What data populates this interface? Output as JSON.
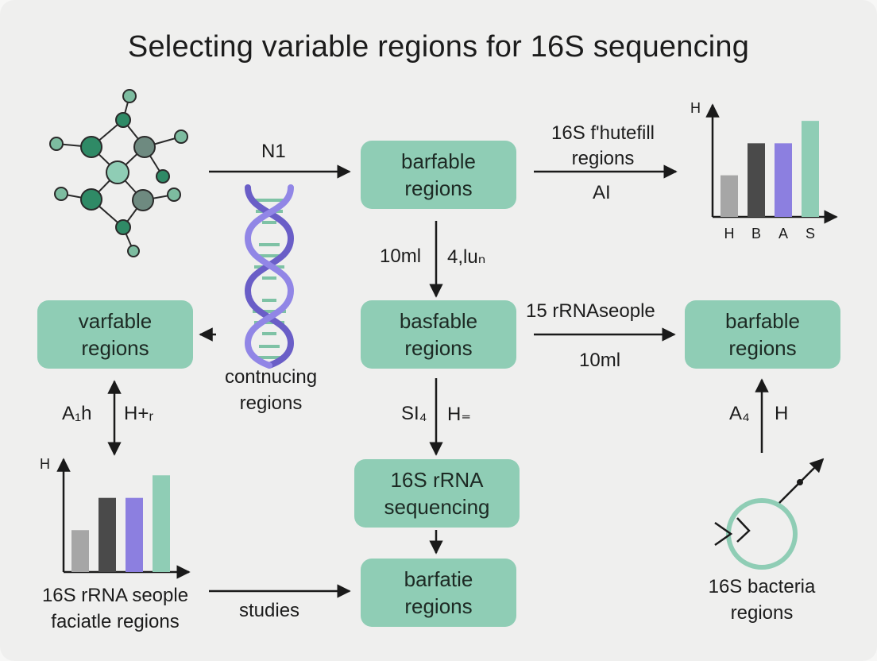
{
  "title": "Selecting variable regions for 16S sequencing",
  "boxes": {
    "top_center": [
      "barfable",
      "regions"
    ],
    "mid_left": [
      "varfable",
      "regions"
    ],
    "mid_center": [
      "basfable",
      "regions"
    ],
    "mid_right": [
      "barfable",
      "regions"
    ],
    "seq": [
      "16S rRNA",
      "sequencing"
    ],
    "bottom_center": [
      "barfatie",
      "regions"
    ]
  },
  "labels": {
    "n1": "N1",
    "top_right_line1": "16S f'hutefill",
    "top_right_line2": "regions",
    "ai": "AI",
    "down1_left": "10ml",
    "down1_right": "4,luₙ",
    "mid_right_top": "15 rRNAseople",
    "mid_right_bottom": "10ml",
    "dna_line1": "contnucing",
    "dna_line2": "regions",
    "left_v_left": "A₁h",
    "left_v_right": "H+ᵣ",
    "down2_left": "SI₄",
    "down2_right": "H₌",
    "right_v_left": "A₄",
    "right_v_right": "H",
    "chart_bottom_line1": "16S rRNA seople",
    "chart_bottom_line2": "faciatle regions",
    "studies": "studies",
    "bacteria_line1": "16S bacteria",
    "bacteria_line2": "regions"
  },
  "colors": {
    "box_fill": "#8fcdb5",
    "mint": "#8fcdb5",
    "gray": "#a6a6a6",
    "dark": "#4a4a4a",
    "purple": "#8c7fe0",
    "dna_purple": "#6a5ec7",
    "dna_green": "#7ec2a5",
    "node_dark": "#2f8a66",
    "node_mid": "#7dbca0",
    "node_gray": "#6e8a80"
  },
  "chart_data": [
    {
      "type": "bar",
      "categories": [
        "H",
        "B",
        "A",
        "S"
      ],
      "values": [
        1.3,
        2.3,
        2.3,
        3.0
      ],
      "ylabel": "H",
      "ylim": [
        0,
        3.5
      ],
      "colors": [
        "#a6a6a6",
        "#4a4a4a",
        "#8c7fe0",
        "#8fcdb5"
      ]
    },
    {
      "type": "bar",
      "categories": [
        "",
        "",
        "",
        ""
      ],
      "values": [
        1.3,
        2.3,
        2.3,
        3.0
      ],
      "ylabel": "H",
      "ylim": [
        0,
        3.5
      ],
      "colors": [
        "#a6a6a6",
        "#4a4a4a",
        "#8c7fe0",
        "#8fcdb5"
      ]
    }
  ]
}
